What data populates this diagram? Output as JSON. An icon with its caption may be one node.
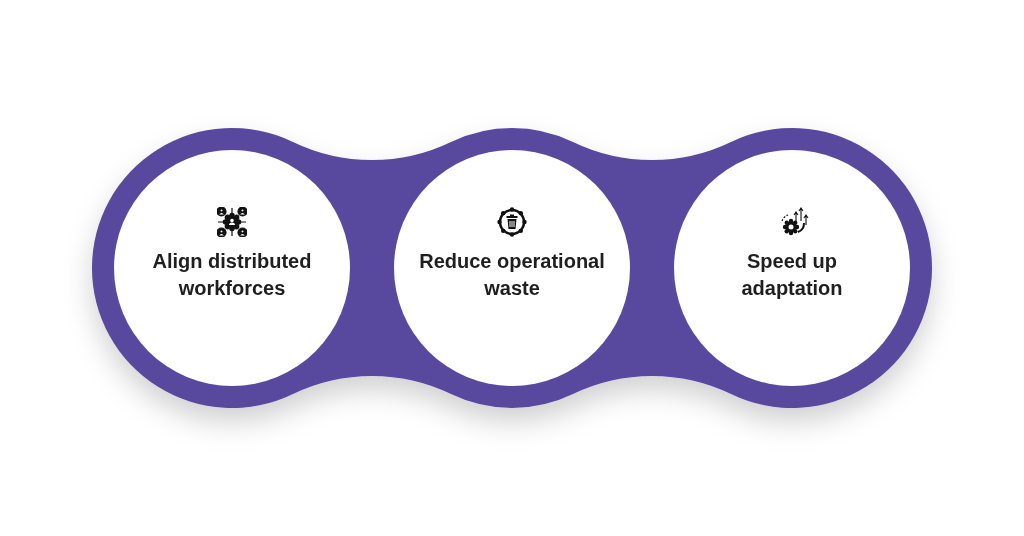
{
  "diagram": {
    "nodes": [
      {
        "text": [
          "Align distributed workforces"
        ]
      },
      {
        "text": [
          "Reduce operational waste"
        ]
      },
      {
        "text": [
          "Speed up adaptation"
        ]
      }
    ]
  }
}
